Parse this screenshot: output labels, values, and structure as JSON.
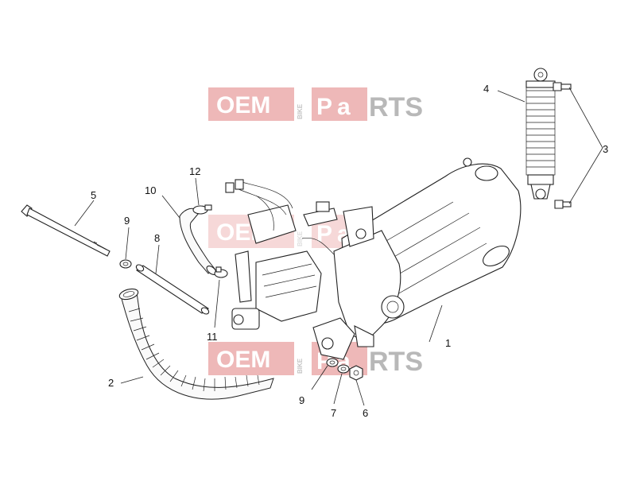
{
  "watermark": {
    "left": "OEM",
    "middle": "BIKE",
    "right_p": "P",
    "right_a": "a",
    "right_rts": "RTS"
  },
  "callouts": [
    {
      "id": "1",
      "label": "1"
    },
    {
      "id": "2",
      "label": "2"
    },
    {
      "id": "3",
      "label": "3"
    },
    {
      "id": "4",
      "label": "4"
    },
    {
      "id": "5",
      "label": "5"
    },
    {
      "id": "6",
      "label": "6"
    },
    {
      "id": "7",
      "label": "7"
    },
    {
      "id": "8",
      "label": "8"
    },
    {
      "id": "9a",
      "label": "9"
    },
    {
      "id": "9b",
      "label": "9"
    },
    {
      "id": "10",
      "label": "10"
    },
    {
      "id": "11",
      "label": "11"
    },
    {
      "id": "12",
      "label": "12"
    }
  ],
  "colors": {
    "watermark_red": "#e8a0a0",
    "watermark_gray": "#b8b8b8",
    "line": "#222222"
  }
}
